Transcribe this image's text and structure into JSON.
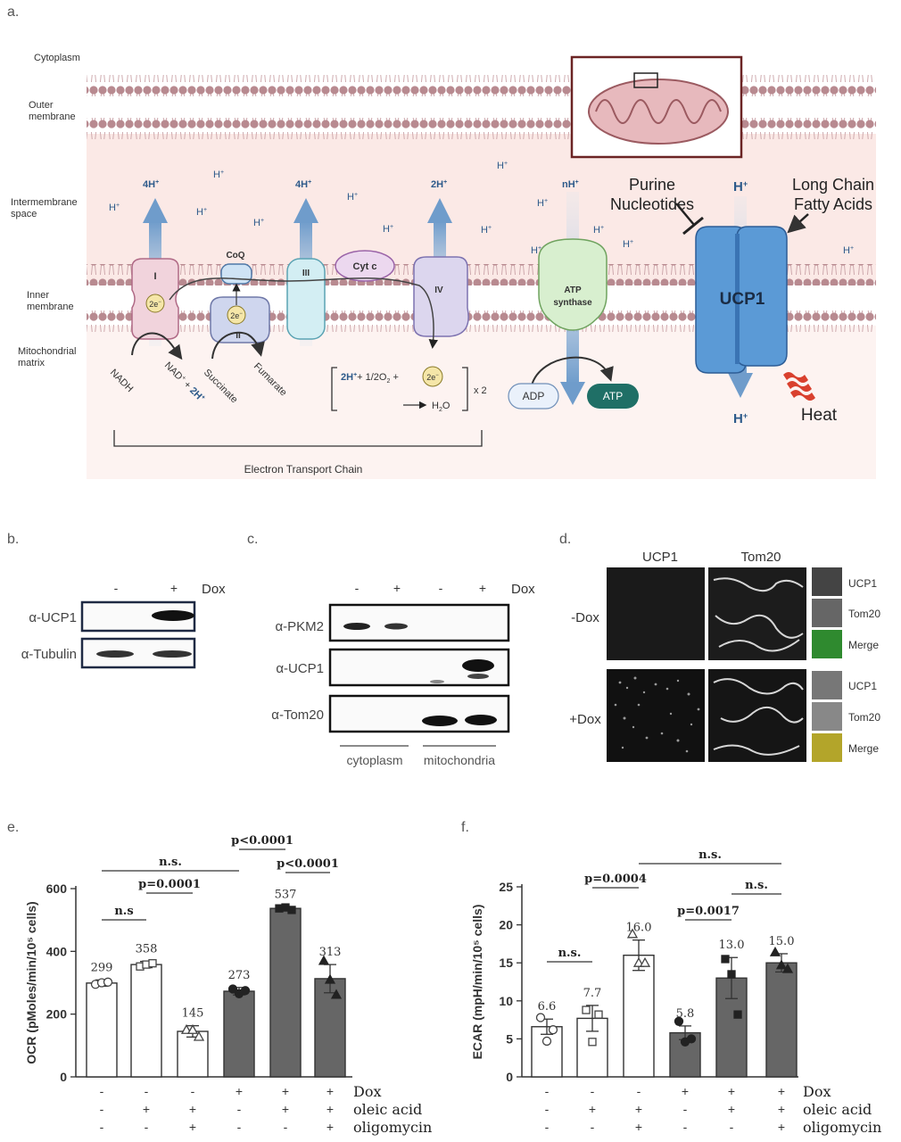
{
  "panel_a": {
    "letter": "a.",
    "regions": {
      "cytoplasm": "Cytoplasm",
      "outer_membrane": [
        "Outer",
        "membrane"
      ],
      "intermembrane": [
        "Intermembrane",
        "space"
      ],
      "inner_membrane": [
        "Inner",
        "membrane"
      ],
      "matrix": [
        "Mitochondrial",
        "matrix"
      ]
    },
    "complexes": {
      "I": "I",
      "II": "II",
      "III": "III",
      "IV": "IV",
      "coq": "CoQ",
      "cytc": "Cyt c",
      "e2": "2e",
      "atp_synthase": [
        "ATP",
        "synthase"
      ],
      "ucp1": "UCP1"
    },
    "protons": {
      "h": "H",
      "plus": "+",
      "four_h": "4H",
      "two_h": "2H",
      "n_h": "nH"
    },
    "substrates": {
      "nadh": "NADH",
      "nad": "NAD",
      "nad_2h": "2H",
      "succinate": "Succinate",
      "fumarate": "Fumarate",
      "eq_2h": "2H",
      "eq_mid": "+ 1/2O",
      "eq_o_sub": "2",
      "eq_plus": "+",
      "eq_h2o": "H",
      "eq_h2o_o": "O",
      "eq_times": "x 2",
      "adp": "ADP",
      "atp": "ATP"
    },
    "ucp_labels": {
      "purine": [
        "Purine",
        "Nucleotides"
      ],
      "fatty": [
        "Long Chain",
        "Fatty Acids"
      ],
      "heat": "Heat"
    },
    "etc_label": "Electron Transport Chain"
  },
  "panel_b": {
    "letter": "b.",
    "lane_labels": [
      "-",
      "+"
    ],
    "treatment": "Dox",
    "rows": [
      "α-UCP1",
      "α-Tubulin"
    ]
  },
  "panel_c": {
    "letter": "c.",
    "lane_labels": [
      "-",
      "+",
      "-",
      "+"
    ],
    "treatment": "Dox",
    "rows": [
      "α-PKM2",
      "α-UCP1",
      "α-Tom20"
    ],
    "fractions": [
      "cytoplasm",
      "mitochondria"
    ]
  },
  "panel_d": {
    "letter": "d.",
    "columns": [
      "UCP1",
      "Tom20"
    ],
    "conditions": [
      "-Dox",
      "+Dox"
    ],
    "inset_labels": [
      "UCP1",
      "Tom20",
      "Merge"
    ]
  },
  "chart_data": [
    {
      "panel": "e.",
      "type": "bar",
      "ylabel": "OCR (pMoles/min/10⁵ cells)",
      "ylim": [
        0,
        600
      ],
      "yticks": [
        0,
        200,
        400,
        600
      ],
      "values": [
        299,
        358,
        145,
        273,
        537,
        313
      ],
      "value_labels": [
        "299",
        "358",
        "145",
        "273",
        "537",
        "313"
      ],
      "bar_colors": [
        "#ffffff",
        "#ffffff",
        "#ffffff",
        "#666666",
        "#666666",
        "#666666"
      ],
      "errors": [
        10,
        10,
        18,
        12,
        5,
        45
      ],
      "points": [
        [
          295,
          300,
          302
        ],
        [
          352,
          358,
          362
        ],
        [
          150,
          150,
          128
        ],
        [
          280,
          265,
          275
        ],
        [
          537,
          540,
          532
        ],
        [
          370,
          310,
          262
        ]
      ],
      "markers": [
        "open-circle",
        "open-square",
        "open-triangle",
        "filled-circle",
        "filled-square",
        "filled-triangle"
      ],
      "conditions": [
        {
          "name": "Dox",
          "signs": [
            "-",
            "-",
            "-",
            "+",
            "+",
            "+"
          ]
        },
        {
          "name": "oleic acid",
          "signs": [
            "-",
            "+",
            "+",
            "-",
            "+",
            "+"
          ]
        },
        {
          "name": "oligomycin",
          "signs": [
            "-",
            "-",
            "+",
            "-",
            "-",
            "+"
          ]
        }
      ],
      "comparisons": [
        {
          "label": "n.s",
          "from": 0,
          "to": 1
        },
        {
          "label": "n.s.",
          "from": 0,
          "to": 3
        },
        {
          "label": "p=0.0001",
          "from": 1,
          "to": 2
        },
        {
          "label": "p<0.0001",
          "from": 3,
          "to": 4
        },
        {
          "label": "p<0.0001",
          "from": 4,
          "to": 5
        }
      ]
    },
    {
      "panel": "f.",
      "type": "bar",
      "ylabel": "ECAR (mpH/min/10⁵ cells)",
      "ylim": [
        0,
        25
      ],
      "yticks": [
        0,
        5,
        10,
        15,
        20,
        25
      ],
      "values": [
        6.6,
        7.7,
        16.0,
        5.8,
        13.0,
        15.0
      ],
      "value_labels": [
        "6.6",
        "7.7",
        "16.0",
        "5.8",
        "13.0",
        "15.0"
      ],
      "bar_colors": [
        "#ffffff",
        "#ffffff",
        "#ffffff",
        "#666666",
        "#666666",
        "#666666"
      ],
      "errors": [
        1.0,
        1.7,
        2.0,
        0.9,
        2.7,
        1.2
      ],
      "points": [
        [
          7.8,
          4.7,
          6.2
        ],
        [
          8.8,
          4.6,
          8.2
        ],
        [
          18.8,
          15.0,
          15.0
        ],
        [
          7.3,
          4.6,
          5.0
        ],
        [
          15.5,
          13.5,
          8.2
        ],
        [
          16.4,
          14.7,
          14.2
        ]
      ],
      "markers": [
        "open-circle",
        "open-square",
        "open-triangle",
        "filled-circle",
        "filled-square",
        "filled-triangle"
      ],
      "conditions": [
        {
          "name": "Dox",
          "signs": [
            "-",
            "-",
            "-",
            "+",
            "+",
            "+"
          ]
        },
        {
          "name": "oleic acid",
          "signs": [
            "-",
            "+",
            "+",
            "-",
            "+",
            "+"
          ]
        },
        {
          "name": "oligomycin",
          "signs": [
            "-",
            "-",
            "+",
            "-",
            "-",
            "+"
          ]
        }
      ],
      "comparisons": [
        {
          "label": "n.s.",
          "from": 0,
          "to": 1
        },
        {
          "label": "p=0.0004",
          "from": 1,
          "to": 2
        },
        {
          "label": "n.s.",
          "from": 2,
          "to": 5
        },
        {
          "label": "p=0.0017",
          "from": 3,
          "to": 4
        },
        {
          "label": "n.s.",
          "from": 4,
          "to": 5
        }
      ]
    }
  ]
}
